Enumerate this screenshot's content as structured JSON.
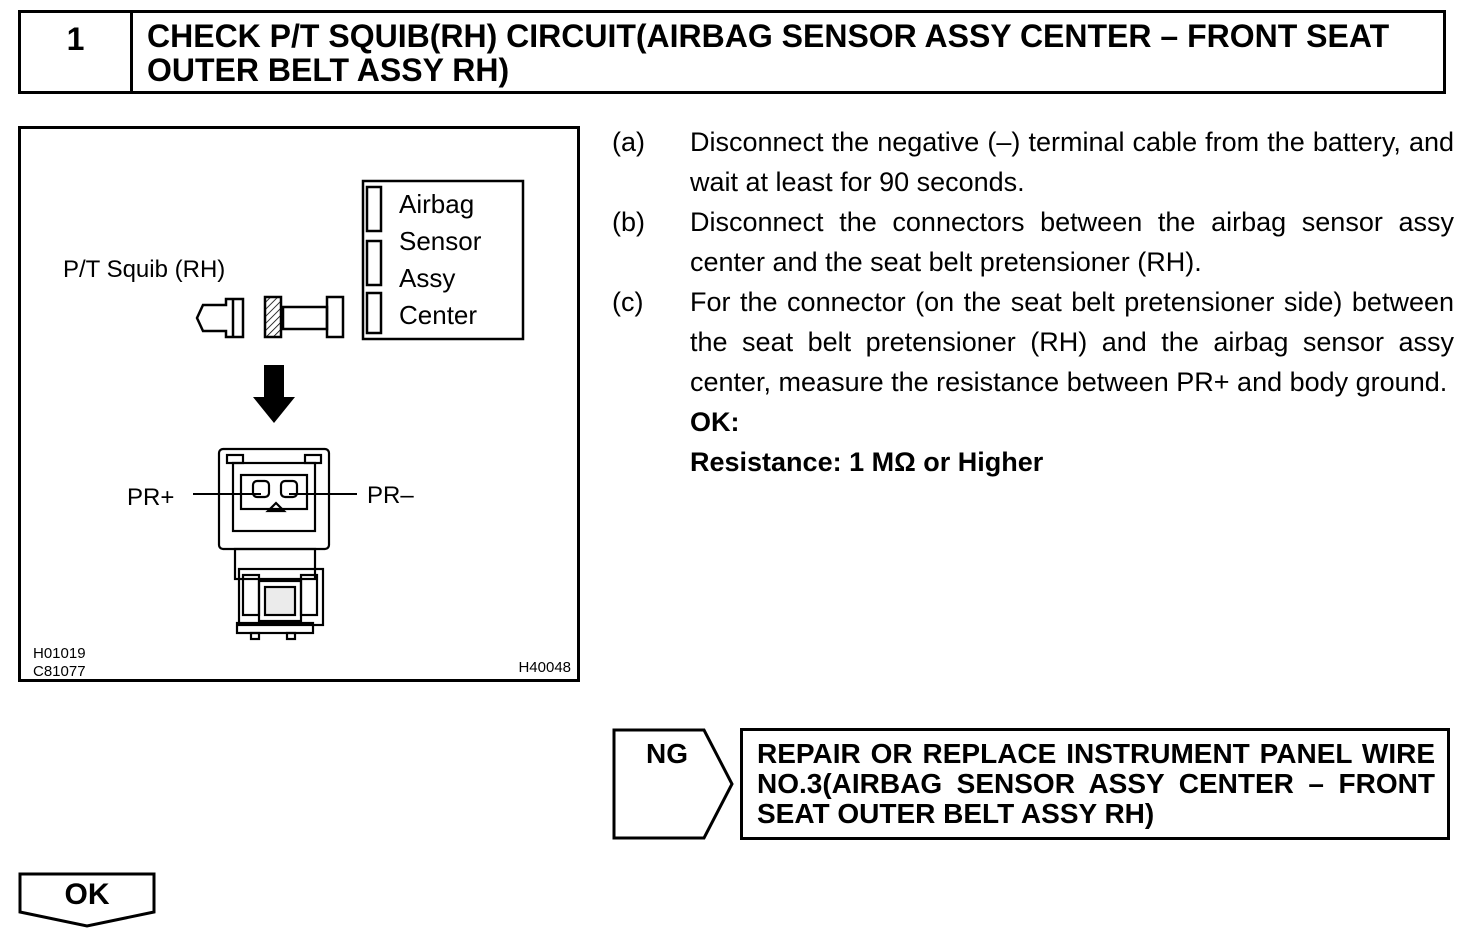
{
  "header": {
    "step_number": "1",
    "title": "CHECK P/T SQUIB(RH) CIRCUIT(AIRBAG SENSOR ASSY CENTER – FRONT SEAT OUTER BELT ASSY RH)"
  },
  "figure": {
    "label_squib": "P/T Squib (RH)",
    "label_airbag": "Airbag",
    "label_sensor": "Sensor",
    "label_assy": "Assy",
    "label_center": "Center",
    "label_pr_plus": "PR+",
    "label_pr_minus": "PR–",
    "code_1": "H01019",
    "code_2": "C81077",
    "code_3": "H40048"
  },
  "steps": [
    {
      "label": "(a)",
      "text": "Disconnect the negative (–) terminal cable from the battery, and wait at least for 90 seconds."
    },
    {
      "label": "(b)",
      "text": "Disconnect the connectors between the airbag sensor assy center and the seat belt pretensioner (RH)."
    },
    {
      "label": "(c)",
      "text": "For the connector (on the seat belt pretensioner side) between the seat belt pretensioner (RH) and the airbag sensor assy center, measure the resistance between PR+ and body ground."
    }
  ],
  "spec": {
    "ok_label": "OK:",
    "resistance": "Resistance: 1 MΩ or Higher"
  },
  "ng": {
    "label": "NG",
    "action": "REPAIR OR REPLACE INSTRUMENT PANEL WIRE NO.3(AIRBAG SENSOR ASSY CENTER – FRONT SEAT OUTER BELT ASSY RH)"
  },
  "ok": {
    "label": "OK"
  }
}
